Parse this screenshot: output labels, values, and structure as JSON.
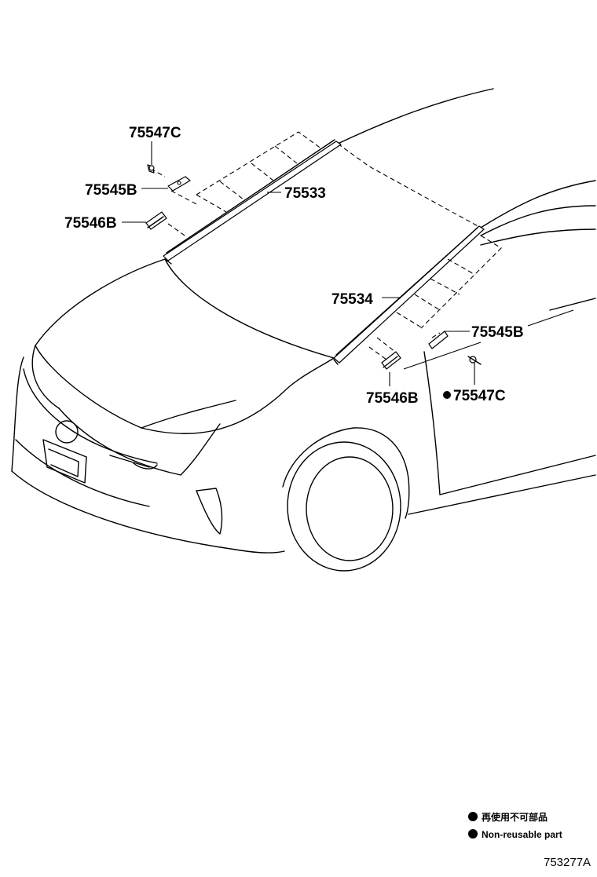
{
  "callouts": {
    "clip_left": "75547C",
    "bracket_left": "75545B",
    "moulding_left": "75533",
    "retainer_left": "75546B",
    "moulding_right": "75534",
    "bracket_right": "75545B",
    "retainer_right": "75546B",
    "clip_right": "75547C"
  },
  "legend": {
    "line1": "再使用不可部品",
    "line2": "Non-reusable part"
  },
  "diagram_code": "753277A"
}
